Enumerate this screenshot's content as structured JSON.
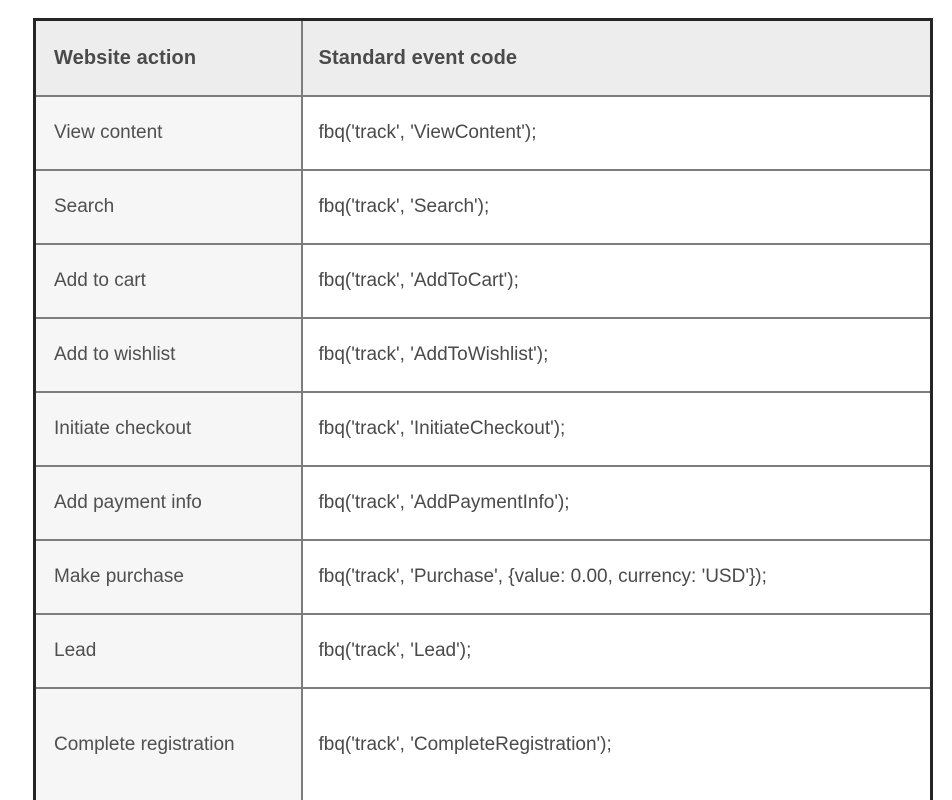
{
  "table": {
    "caption": "",
    "columns": [
      {
        "key": "action",
        "header": "Website action"
      },
      {
        "key": "code",
        "header": "Standard event code"
      }
    ],
    "rows": [
      {
        "action": "View content",
        "code": "fbq('track', 'ViewContent');"
      },
      {
        "action": "Search",
        "code": "fbq('track', 'Search');"
      },
      {
        "action": "Add to cart",
        "code": "fbq('track', 'AddToCart');"
      },
      {
        "action": "Add to wishlist",
        "code": "fbq('track', 'AddToWishlist');"
      },
      {
        "action": "Initiate checkout",
        "code": "fbq('track', 'InitiateCheckout');"
      },
      {
        "action": "Add payment info",
        "code": "fbq('track', 'AddPaymentInfo');"
      },
      {
        "action": "Make purchase",
        "code": "fbq('track', 'Purchase', {value: 0.00, currency: 'USD'});"
      },
      {
        "action": "Lead",
        "code": "fbq('track', 'Lead');"
      },
      {
        "action": "Complete registration",
        "code": "fbq('track', 'CompleteRegistration');"
      }
    ]
  },
  "colors": {
    "header_background": "#ededed",
    "action_column_background": "#f6f6f6",
    "code_column_background": "#ffffff",
    "inner_border": "#7d7d7d",
    "outer_border": "#252525",
    "header_text": "#4a4a4a",
    "body_text": "#4f4f4f"
  }
}
